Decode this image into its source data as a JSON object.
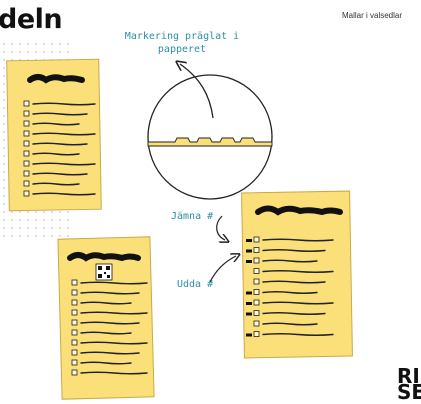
{
  "header": {
    "title": "deln",
    "corner_label": "Mallar i valsedlar"
  },
  "labels": {
    "caption_top": "Markering präglat i papperet",
    "even": "Jämna #",
    "odd": "Udda #"
  },
  "logo": {
    "line1": "RI",
    "line2": "SE"
  },
  "colors": {
    "ballot_fill": "#fbe07a",
    "ballot_edge": "#c9a94a",
    "annotation": "#2c8fa6",
    "ink": "#222222"
  }
}
